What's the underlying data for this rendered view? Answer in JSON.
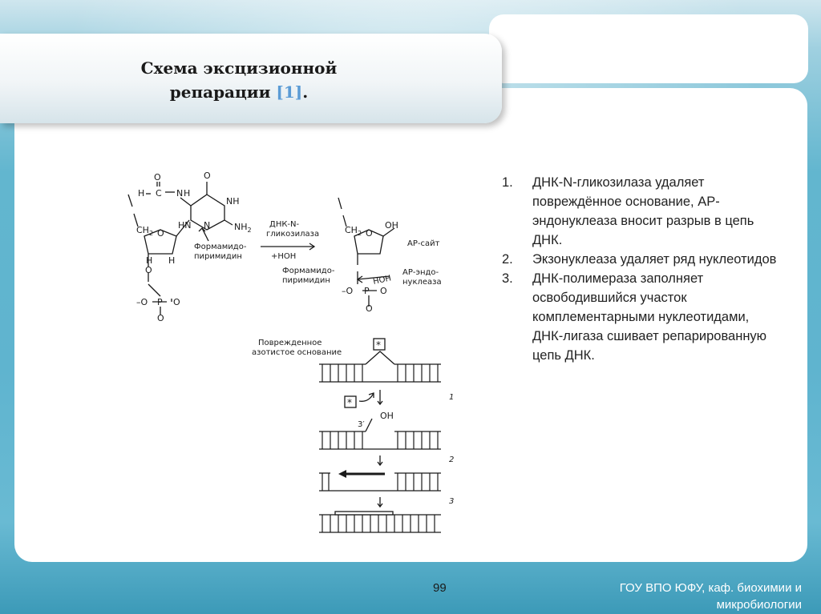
{
  "slide": {
    "title_line1": "Схема эксцизионной",
    "title_line2": "репарации ",
    "title_ref": "[1]",
    "title_end": "."
  },
  "diagram": {
    "chem": {
      "formyl_H": "H",
      "formyl_C": "C",
      "formyl_O": "O",
      "nh": "N",
      "nh_h": "H",
      "carbonyl_O": "O",
      "ring_NH": "NH",
      "ring_N": "N",
      "nh2": "NH",
      "nh2_sub": "2",
      "hn": "HN",
      "ch2": "CH",
      "ch2_sub": "2",
      "ring_O": "O",
      "H1": "H",
      "H2": "H",
      "O3": "O",
      "phos_O_minus": "–O",
      "phos_P": "P",
      "phos_dO": "O",
      "phos_O": "O",
      "base_label_1": "Формамидо-",
      "base_label_2": "пиримидин",
      "enzyme_1": "ДНК-N-",
      "enzyme_2": "гликозилаза",
      "hoh": "+HOH",
      "product_label_1": "Формамидо-",
      "product_label_2": "пиримидин",
      "oh": "OH",
      "ap_site": "АР-сайт",
      "ap_endo_1": "АР-эндо-",
      "ap_endo_2": "нуклеаза",
      "hoh2": "HOH",
      "ch2_right": "CH",
      "ch2_right_sub": "2",
      "ring_O_right": "O"
    },
    "repair": {
      "damaged_1": "Поврежденное",
      "damaged_2": "азотистое основание",
      "star": "*",
      "step1": "1",
      "step2": "2",
      "step3": "3",
      "three_prime": "3′",
      "oh": "OH"
    }
  },
  "steps": [
    {
      "num": "1.",
      "text": "ДНК-N-гликозилаза удаляет повреждённое основание, АР-эндонуклеаза вносит разрыв в цепь ДНК."
    },
    {
      "num": "2.",
      "text": "Экзонуклеаза удаляет ряд нуклеотидов"
    },
    {
      "num": "3.",
      "text": "ДНК-полимераза заполняет освободившийся участок комплементарными нуклеотидами, ДНК-лигаза сшивает репарированную цепь ДНК."
    }
  ],
  "footer": {
    "page_number": "99",
    "org_line1": "ГОУ ВПО ЮФУ, каф. биохимии и",
    "org_line2": "микробиологии"
  },
  "colors": {
    "accent": "#5fb4cf",
    "ref_link": "#5a9bd5"
  }
}
